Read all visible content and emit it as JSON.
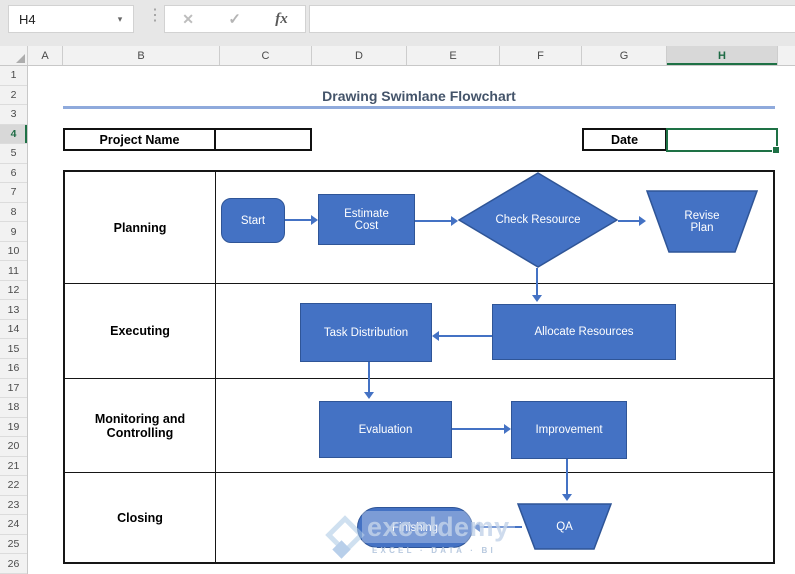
{
  "formula_bar": {
    "name_box_value": "H4",
    "dropdown_icon": "▾",
    "cancel_icon": "✕",
    "confirm_icon": "✓",
    "fx_icon": "fx",
    "formula_value": ""
  },
  "grid": {
    "column_headers": [
      "A",
      "B",
      "C",
      "D",
      "E",
      "F",
      "G",
      "H"
    ],
    "selected_column": "H",
    "row_count": 26,
    "selected_row": 4,
    "active_cell": "H4"
  },
  "sheet": {
    "title": "Drawing Swimlane Flowchart",
    "project_name": {
      "label": "Project Name",
      "value": ""
    },
    "date": {
      "label": "Date",
      "value": ""
    }
  },
  "swimlanes": [
    {
      "label": "Planning"
    },
    {
      "label": "Executing"
    },
    {
      "label": "Monitoring and Controlling"
    },
    {
      "label": "Closing"
    }
  ],
  "flowchart": {
    "nodes": [
      {
        "id": "start",
        "label": "Start",
        "shape": "rounded-rectangle",
        "lane": "Planning"
      },
      {
        "id": "estimate-cost",
        "label": "Estimate Cost",
        "shape": "rectangle",
        "lane": "Planning"
      },
      {
        "id": "check-resource",
        "label": "Check Resource",
        "shape": "diamond",
        "lane": "Planning"
      },
      {
        "id": "revise-plan",
        "label": "Revise Plan",
        "shape": "trapezoid",
        "lane": "Planning"
      },
      {
        "id": "task-distribution",
        "label": "Task Distribution",
        "shape": "rectangle",
        "lane": "Executing"
      },
      {
        "id": "allocate-resources",
        "label": "Allocate Resources",
        "shape": "rectangle",
        "lane": "Executing"
      },
      {
        "id": "evaluation",
        "label": "Evaluation",
        "shape": "rectangle",
        "lane": "Monitoring and Controlling"
      },
      {
        "id": "improvement",
        "label": "Improvement",
        "shape": "rectangle",
        "lane": "Monitoring and Controlling"
      },
      {
        "id": "qa",
        "label": "QA",
        "shape": "trapezoid",
        "lane": "Closing"
      },
      {
        "id": "finishing",
        "label": "Finishing",
        "shape": "stadium",
        "lane": "Closing"
      }
    ],
    "edges": [
      {
        "from": "start",
        "to": "estimate-cost"
      },
      {
        "from": "estimate-cost",
        "to": "check-resource"
      },
      {
        "from": "check-resource",
        "to": "revise-plan"
      },
      {
        "from": "check-resource",
        "to": "allocate-resources"
      },
      {
        "from": "allocate-resources",
        "to": "task-distribution"
      },
      {
        "from": "task-distribution",
        "to": "evaluation"
      },
      {
        "from": "evaluation",
        "to": "improvement"
      },
      {
        "from": "improvement",
        "to": "qa"
      },
      {
        "from": "qa",
        "to": "finishing"
      }
    ]
  },
  "watermark": {
    "brand": "exceldemy",
    "tagline": "EXCEL · DATA · BI"
  },
  "colors": {
    "shape_fill": "#4472C4",
    "shape_border": "#2F5597",
    "arrow": "#4472C4",
    "selection_green": "#1E7145",
    "title_text": "#44546A",
    "title_underline": "#8FAADC",
    "toolbar_bg": "#E7E7E7",
    "header_bg": "#F2F2F2",
    "header_selected_bg": "#D8D8D8"
  }
}
